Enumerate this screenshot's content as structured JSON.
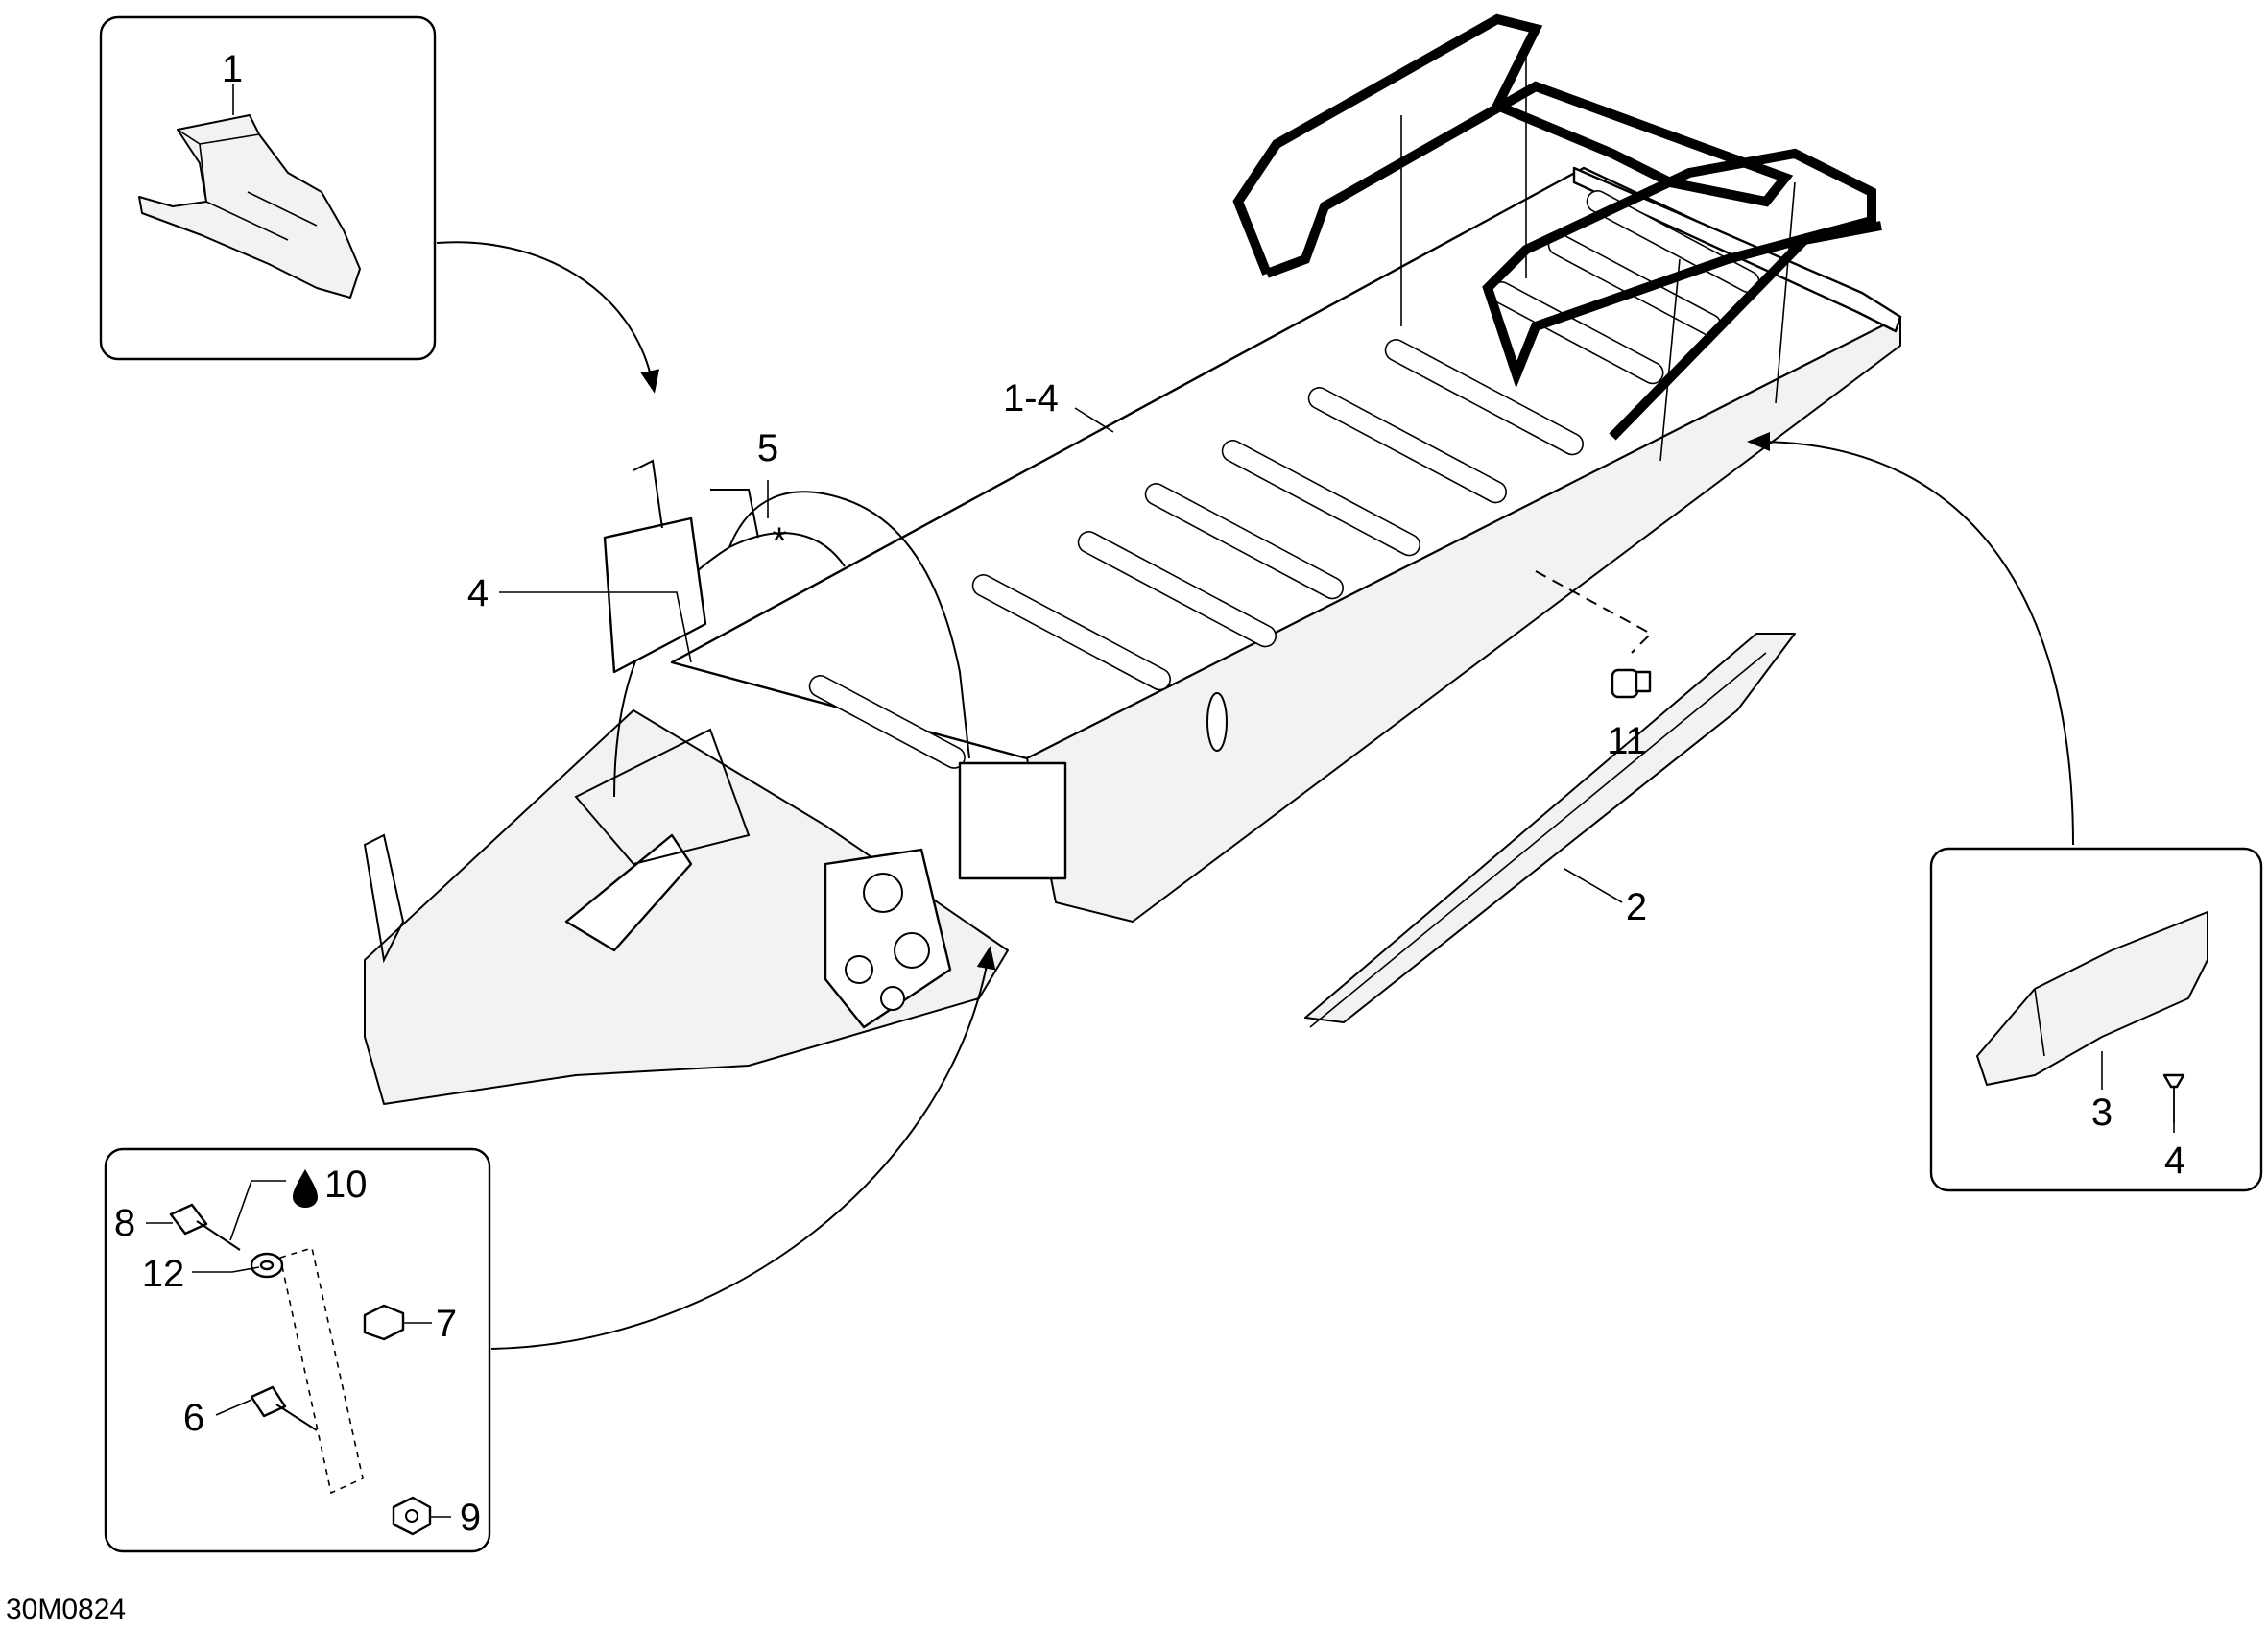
{
  "diagram_code": "30M0824",
  "labels": {
    "l1_inset": "1",
    "l1_4": "1-4",
    "l5": "5",
    "l4_main": "4",
    "asterisk": "*",
    "l11": "11",
    "l2": "2",
    "l3": "3",
    "l4_inset": "4",
    "l10": "10",
    "l8": "8",
    "l12": "12",
    "l7": "7",
    "l6": "6",
    "l9": "9"
  },
  "icons": {
    "drop": "oil-drop-icon"
  }
}
